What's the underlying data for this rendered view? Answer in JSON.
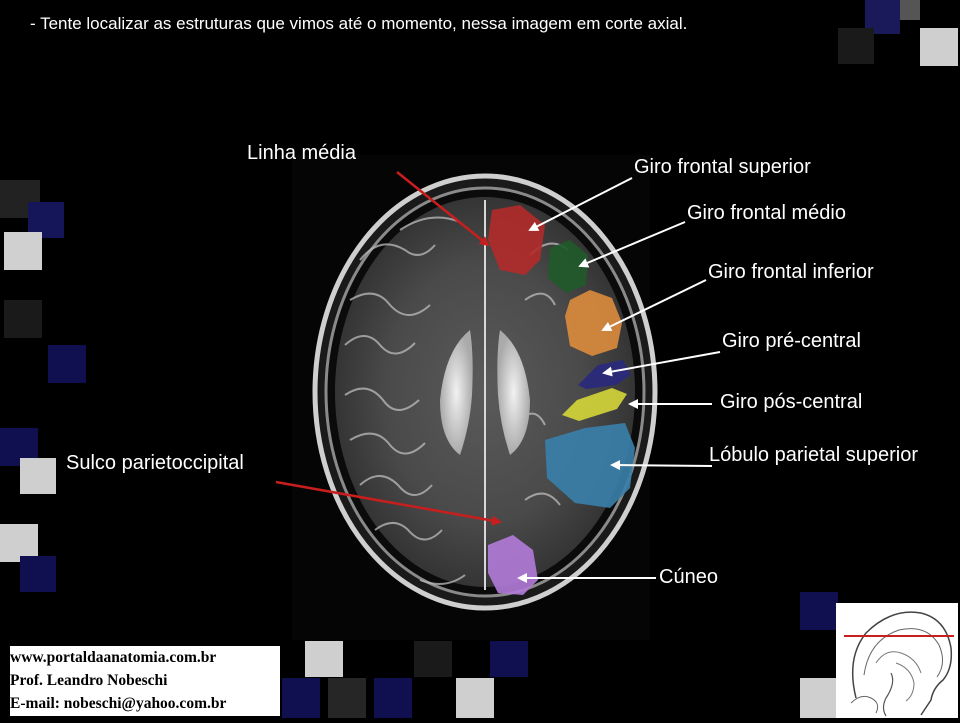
{
  "instruction": "- Tente localizar as estruturas que vimos até o momento, nessa imagem em corte axial.",
  "labels": {
    "linha_media": "Linha média",
    "giro_frontal_superior": "Giro frontal superior",
    "giro_frontal_medio": "Giro frontal médio",
    "giro_frontal_inferior": "Giro frontal inferior",
    "giro_pre_central": "Giro pré-central",
    "giro_pos_central": "Giro pós-central",
    "lobulo_parietal_superior": "Lóbulo parietal superior",
    "sulco_parietoccipital": "Sulco parietoccipital",
    "cuneo": "Cúneo"
  },
  "footer": {
    "site": "www.portaldaanatomia.com.br",
    "author": "Prof. Leandro Nobeschi",
    "email": "E-mail: nobeschi@yahoo.com.br"
  },
  "colors": {
    "giro_frontal_superior": "#b22a2a",
    "giro_frontal_medio": "#1f5a2a",
    "giro_frontal_inferior": "#d98a3c",
    "giro_pre_central": "#2a2a7a",
    "giro_pos_central": "#d2d23a",
    "lobulo_parietal_superior": "#3a7fa8",
    "cuneo": "#b07ad6",
    "arrow_red": "#c81e1e",
    "arrow_white": "#ffffff"
  }
}
